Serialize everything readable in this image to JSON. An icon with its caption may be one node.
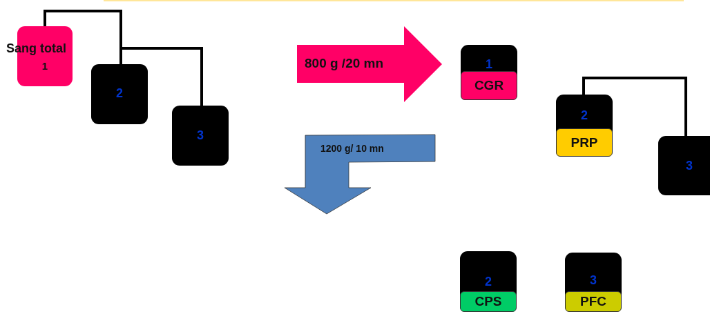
{
  "diagram": {
    "nodes": [
      {
        "text": [
          "Sang total",
          "1"
        ]
      },
      {
        "text": [
          "2"
        ]
      },
      {
        "text": [
          "3"
        ]
      },
      {
        "text": [
          "800 g /20 mn"
        ]
      },
      {
        "text": [
          "1"
        ]
      },
      {
        "text": [
          "CGR"
        ],
        "in": 4
      },
      {
        "text": [
          "2"
        ]
      },
      {
        "text": [
          "PRP"
        ],
        "in": 6
      },
      {
        "text": [
          "3"
        ]
      },
      {
        "text": [
          "1200 g/ 10 mn"
        ]
      },
      {
        "text": [
          "2"
        ]
      },
      {
        "text": [
          "CPS"
        ],
        "in": 10
      },
      {
        "text": [
          "3"
        ]
      },
      {
        "text": [
          "PFC"
        ],
        "in": 12
      }
    ],
    "edges": [
      {
        "from": 0,
        "to": 1,
        "arrow": "none"
      },
      {
        "from": 0,
        "to": 2,
        "arrow": "none"
      },
      {
        "from": 6,
        "to": 8,
        "arrow": "none"
      }
    ]
  }
}
